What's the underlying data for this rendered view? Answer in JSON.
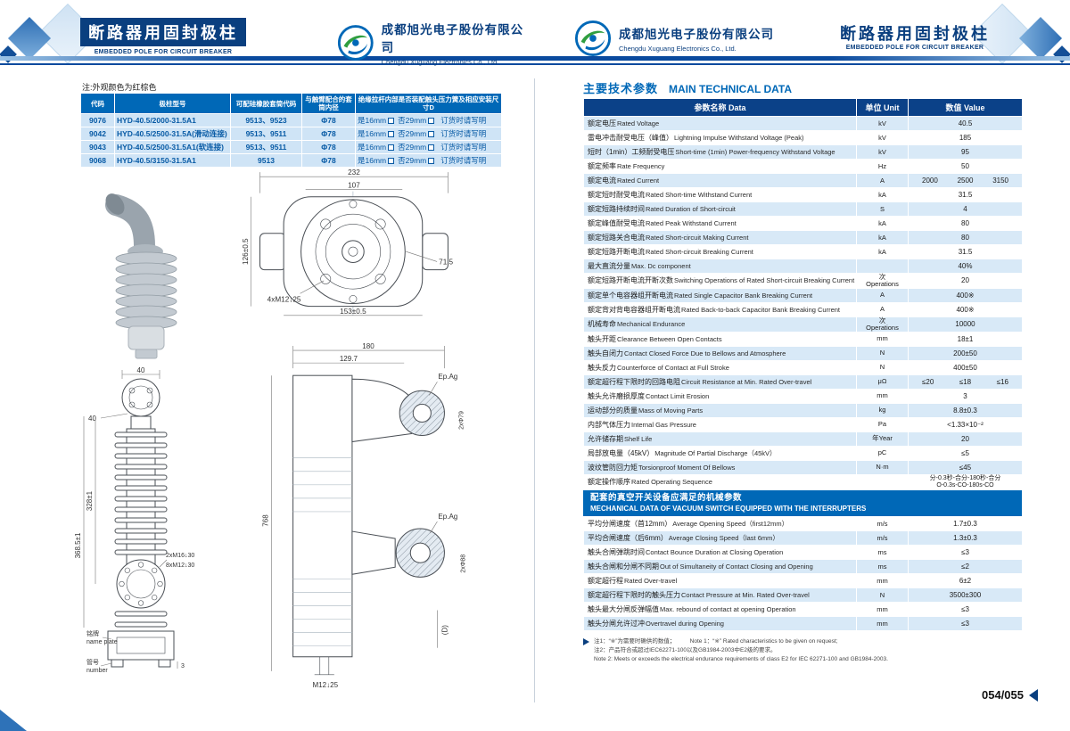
{
  "header": {
    "title_cn": "断路器用固封极柱",
    "title_en": "EMBEDDED POLE FOR CIRCUIT BREAKER",
    "company_cn": "成都旭光电子股份有限公司",
    "company_en": "Chengdu Xuguang Electronics Co., Ltd."
  },
  "page_left": {
    "note": "注:外观颜色为红棕色",
    "model_table": {
      "headers": [
        "代码",
        "极柱型号",
        "可配硅橡胶套筒代码",
        "与触臂配合的套筒内径",
        "绝缘拉杆内部是否装配触头压力簧及相应安装尺寸D"
      ],
      "rows": [
        {
          "code": "9076",
          "model": "HYD-40.5/2000-31.5A1",
          "sleeve": "9513、9523",
          "diameter": "Φ78",
          "yes": "是16mm",
          "no": "否29mm",
          "note": "订货时请写明"
        },
        {
          "code": "9042",
          "model": "HYD-40.5/2500-31.5A(滑动连接)",
          "sleeve": "9513、9511",
          "diameter": "Φ78",
          "yes": "是16mm",
          "no": "否29mm",
          "note": "订货时请写明"
        },
        {
          "code": "9043",
          "model": "HYD-40.5/2500-31.5A1(软连接)",
          "sleeve": "9513、9511",
          "diameter": "Φ78",
          "yes": "是16mm",
          "no": "否29mm",
          "note": "订货时请写明"
        },
        {
          "code": "9068",
          "model": "HYD-40.5/3150-31.5A1",
          "sleeve": "9513",
          "diameter": "Φ78",
          "yes": "是16mm",
          "no": "否29mm",
          "note": "订货时请写明"
        }
      ]
    },
    "drawings": {
      "top_view": {
        "dim_width": "232",
        "dim_inner": "107",
        "dim_height": "126±0.5",
        "dim_span": "153±0.5",
        "dim_offset": "71.5",
        "bolts": "4xM12↓25"
      },
      "front_view": {
        "dim_top": "40",
        "dim_top2": "40",
        "dim_upper": "328±1",
        "dim_lower": "368.5±1",
        "bolts_m16": "2xM16↓30",
        "bolts_m12": "8xM12↓30",
        "nameplate_cn": "铭牌",
        "nameplate_en": "name plate",
        "serial_cn": "管号",
        "serial_en": "number",
        "dim_plate": "3"
      },
      "side_view": {
        "dim_top": "180",
        "dim_top2": "129.7",
        "contact_upper": "Ep.Ag",
        "contact_lower": "Ep.Ag",
        "dia_upper": "2xΦ79",
        "dia_lower": "2xΦ88",
        "dim_height": "768",
        "bolt": "M12↓25",
        "dim_d": "(D)"
      }
    }
  },
  "page_right": {
    "main_title_cn": "主要技术参数",
    "main_title_en": "MAIN TECHNICAL DATA",
    "tech_table": {
      "headers": [
        "参数名称 Data",
        "单位 Unit",
        "数值 Value"
      ],
      "rows": [
        {
          "cn": "额定电压",
          "en": "Rated Voltage",
          "unit": "kV",
          "value": "40.5"
        },
        {
          "cn": "雷电冲击耐受电压（峰值）",
          "en": "Lightning Impulse Withstand Voltage (Peak)",
          "unit": "kV",
          "value": "185"
        },
        {
          "cn": "短时（1min）工频耐受电压",
          "en": "Short-time (1min) Power-frequency Withstand Voltage",
          "unit": "kV",
          "value": "95"
        },
        {
          "cn": "额定频率",
          "en": "Rate Frequency",
          "unit": "Hz",
          "value": "50"
        },
        {
          "cn": "额定电流",
          "en": "Rated Current",
          "unit": "A",
          "value": [
            "2000",
            "2500",
            "3150"
          ]
        },
        {
          "cn": "额定短时耐受电流",
          "en": "Rated Short-time Withstand Current",
          "unit": "kA",
          "value": "31.5"
        },
        {
          "cn": "额定短路持续时间",
          "en": "Rated Duration of Short-circuit",
          "unit": "S",
          "value": "4"
        },
        {
          "cn": "额定峰值耐受电流",
          "en": "Rated Peak Withstand Current",
          "unit": "kA",
          "value": "80"
        },
        {
          "cn": "额定短路关合电流",
          "en": "Rated Short-circuit Making Current",
          "unit": "kA",
          "value": "80"
        },
        {
          "cn": "额定短路开断电流",
          "en": "Rated Short-circuit Breaking Current",
          "unit": "kA",
          "value": "31.5"
        },
        {
          "cn": "最大直流分量",
          "en": "Max. Dc component",
          "unit": "",
          "value": "40%"
        },
        {
          "cn": "额定短路开断电流开断次数",
          "en": "Switching Operations of Rated Short-circuit Breaking Current",
          "unit": "次\nOperations",
          "value": "20"
        },
        {
          "cn": "额定单个电容器组开断电流",
          "en": "Rated Single Capacitor Bank Breaking Current",
          "unit": "A",
          "value": "400※"
        },
        {
          "cn": "额定背对背电容器组开断电流",
          "en": "Rated Back-to-back Capacitor Bank Breaking Current",
          "unit": "A",
          "value": "400※"
        },
        {
          "cn": "机械寿命",
          "en": "Mechanical Endurance",
          "unit": "次\nOperations",
          "value": "10000"
        },
        {
          "cn": "触头开距",
          "en": "Clearance Between Open Contacts",
          "unit": "mm",
          "value": "18±1"
        },
        {
          "cn": "触头自闭力",
          "en": "Contact Closed Force Due to Bellows and Atmosphere",
          "unit": "N",
          "value": "200±50"
        },
        {
          "cn": "触头反力",
          "en": "Counterforce of Contact at Full Stroke",
          "unit": "N",
          "value": "400±50"
        },
        {
          "cn": "额定超行程下限时的回路电阻",
          "en": "Circuit Resistance at Min. Rated Over-travel",
          "unit": "μΩ",
          "value": [
            "≤20",
            "≤18",
            "≤16"
          ]
        },
        {
          "cn": "触头允许磨损厚度",
          "en": "Contact Limit Erosion",
          "unit": "mm",
          "value": "3"
        },
        {
          "cn": "运动部分的质量",
          "en": "Mass of Moving Parts",
          "unit": "kg",
          "value": "8.8±0.3"
        },
        {
          "cn": "内部气体压力",
          "en": "Internal Gas Pressure",
          "unit": "Pa",
          "value": "<1.33×10⁻²"
        },
        {
          "cn": "允许储存期",
          "en": "Shelf Life",
          "unit": "年Year",
          "value": "20"
        },
        {
          "cn": "局部放电量（45kV）",
          "en": "Magnitude Of Partial Discharge（45kV）",
          "unit": "pC",
          "value": "≤5"
        },
        {
          "cn": "波纹管防回力矩",
          "en": "Torsionproof Moment Of Bellows",
          "unit": "N·m",
          "value": "≤45"
        },
        {
          "cn": "额定操作顺序",
          "en": "Rated Operating Sequence",
          "unit": "",
          "value": {
            "lines": [
              "分-0.3秒-合分-180秒-合分",
              "O-0.3s-CO-180s-CO"
            ]
          }
        }
      ]
    },
    "mech_section": {
      "title_cn": "配套的真空开关设备应满足的机械参数",
      "title_en": "MECHANICAL DATA OF VACUUM SWITCH EQUIPPED WITH THE INTERRUPTERS",
      "rows": [
        {
          "cn": "平均分闸速度（首12mm）",
          "en": "Average Opening Speed（first12mm）",
          "unit": "m/s",
          "value": "1.7±0.3"
        },
        {
          "cn": "平均合闸速度（后6mm）",
          "en": "Average Closing Speed（last 6mm）",
          "unit": "m/s",
          "value": "1.3±0.3"
        },
        {
          "cn": "触头合闸弹跳时间",
          "en": "Contact Bounce Duration at Closing Operation",
          "unit": "ms",
          "value": "≤3"
        },
        {
          "cn": "触头合闸和分闸不同期",
          "en": "Out of Simultaneity of Contact Closing and Opening",
          "unit": "ms",
          "value": "≤2"
        },
        {
          "cn": "额定超行程",
          "en": "Rated Over-travel",
          "unit": "mm",
          "value": "6±2"
        },
        {
          "cn": "额定超行程下限时的触头压力",
          "en": "Contact Pressure at Min. Rated Over-travel",
          "unit": "N",
          "value": "3500±300"
        },
        {
          "cn": "触头最大分闸反弹幅值",
          "en": "Max. rebound of contact at opening Operation",
          "unit": "mm",
          "value": "≤3"
        },
        {
          "cn": "触头分闸允许过冲",
          "en": "Overtravel during Opening",
          "unit": "mm",
          "value": "≤3"
        }
      ]
    },
    "footnote": {
      "line1": "注1：“※”为需要时确供的数值；　　　Note 1：“※” Rated characteristics to be given on request;",
      "line2": "注2：产品符合或超过IEC62271-100以及GB1984-2003中E2级的要求。",
      "line3": "Note 2: Meets or exceeds the electrical endurance requirements of class E2 for IEC 62271-100 and GB1984-2003."
    },
    "page_number": "054/055"
  }
}
